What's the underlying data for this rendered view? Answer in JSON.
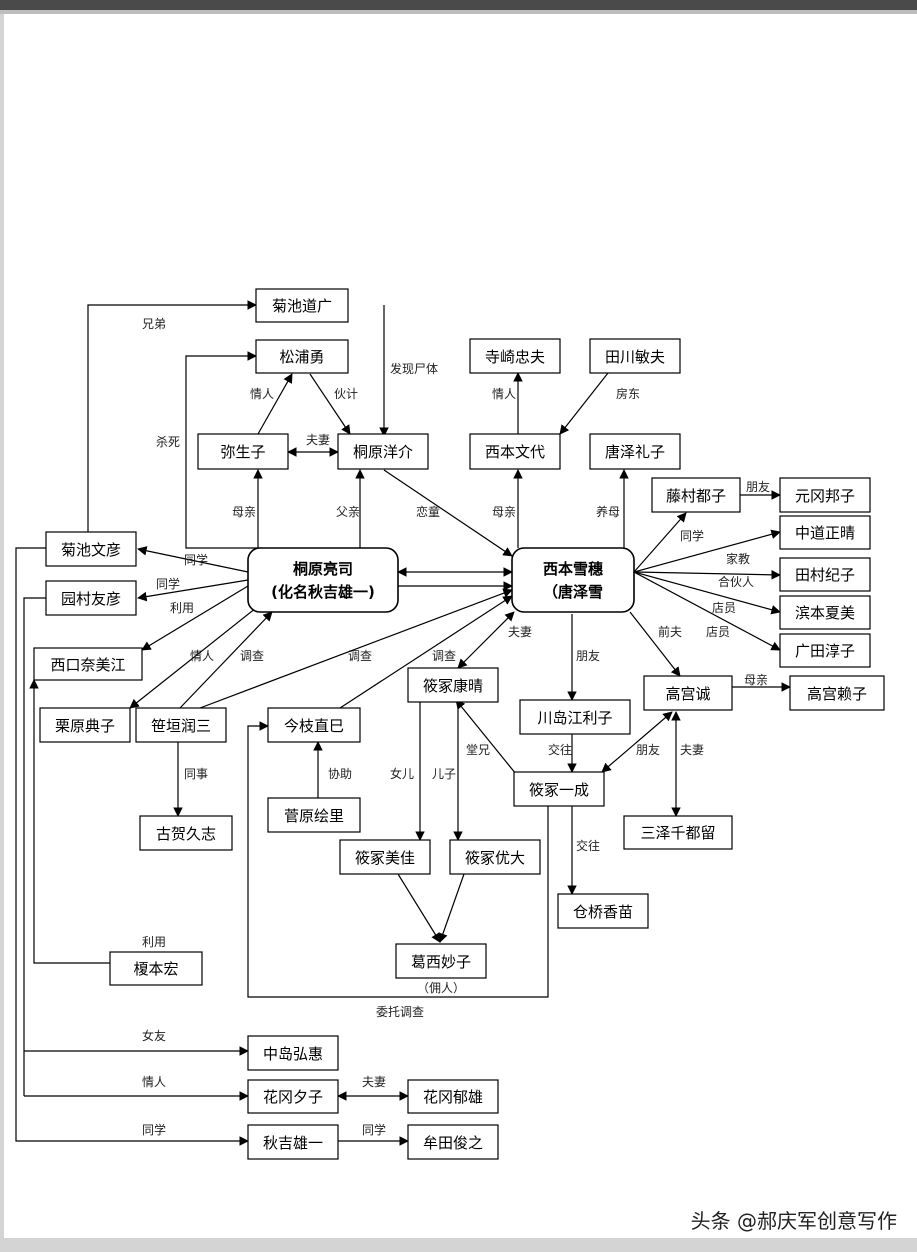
{
  "nodes": {
    "juchi_daoguang": "菊池道广",
    "songpu_yong": "松浦勇",
    "misheng_zi": "弥生子",
    "tongyuan_yangjie": "桐原洋介",
    "siqi_zhongfu": "寺崎忠夫",
    "tianchuan_minfu": "田川敏夫",
    "xiben_wendai": "西本文代",
    "tangze_lizi": "唐泽礼子",
    "tengcun_duzi": "藤村都子",
    "yuangang_bangzi": "元冈邦子",
    "zhongdao_zhengqing": "中道正晴",
    "tiancun_jizi": "田村纪子",
    "binben_xiamei": "滨本夏美",
    "guangtian_chunzi": "广田淳子",
    "juchi_wenyan": "菊池文彦",
    "yuancun_youyan": "园村友彦",
    "tongyuan_liangsi_1": "桐原亮司",
    "tongyuan_liangsi_2": "(化名秋吉雄一)",
    "xiben_xuesui_1": "西本雪穗",
    "xiben_xuesui_2": "（唐泽雪",
    "xikou_naimeijiang": "西口奈美江",
    "lizhong_kangqing": "筱冢康晴",
    "gaogong_cheng": "高宫诚",
    "gaogong_laizi": "高宫赖子",
    "liyuan_dianzi": "栗原典子",
    "liyuan_runsan": "笹垣润三",
    "jinzhi_zhiba": "今枝直巳",
    "chuandao_jiangli": "川岛江利子",
    "lizhong_yicheng": "筱冢一成",
    "sanze_qiandouliu": "三泽千都留",
    "guhe_jiuzhi": "古贺久志",
    "guanyuan_huili": "菅原绘里",
    "lizhong_meijia": "筱冢美佳",
    "lizhong_youda": "筱冢优大",
    "cangqiao_xiangmiao": "仓桥香苗",
    "gexi_miaozi": "葛西妙子",
    "yongren": "（佣人）",
    "jiaben_hong": "榎本宏",
    "zhongdao_hongHui": "中岛弘惠",
    "huagang_xizi": "花冈夕子",
    "huagang_yuxiong": "花冈郁雄",
    "qiuji_xiongyi": "秋吉雄一",
    "moutian_junzhi": "牟田俊之"
  },
  "labels": {
    "xiongdi": "兄弟",
    "faxian_shiti": "发现尸体",
    "qingren_1": "情人",
    "huoji": "伙计",
    "qingren_2": "情人",
    "fangdong": "房东",
    "shasi": "杀死",
    "fuqi_1": "夫妻",
    "muqin_1": "母亲",
    "fuqin": "父亲",
    "liantong": "恋童",
    "muqin_2": "母亲",
    "yangmu": "养母",
    "pengyou_1": "朋友",
    "tongxue_1": "同学",
    "jiajiao": "家教",
    "hehuoren": "合伙人",
    "dianyuan_1": "店员",
    "qianfu": "前夫",
    "dianyuan_2": "店员",
    "tongxue_2": "同学",
    "tongxue_3": "同学",
    "liyong_1": "利用",
    "qingren_3": "情人",
    "diaocha_1": "调查",
    "diaocha_2": "调查",
    "diaocha_3": "调查",
    "fuqi_2": "夫妻",
    "pengyou_2": "朋友",
    "muqin_3": "母亲",
    "tongshi": "同事",
    "xiezhu": "协助",
    "nver": "女儿",
    "erzi": "儿子",
    "tangxiong": "堂兄",
    "jiaowang_1": "交往",
    "pengyou_3": "朋友",
    "fuqi_3": "夫妻",
    "jiaowang_2": "交往",
    "liyong_2": "利用",
    "weituo_diaocha": "委托调查",
    "nvyou": "女友",
    "qingren_4": "情人",
    "fuqi_4": "夫妻",
    "tongxue_4": "同学",
    "tongxue_5": "同学"
  },
  "watermark": "头条 @郝庆军创意写作"
}
